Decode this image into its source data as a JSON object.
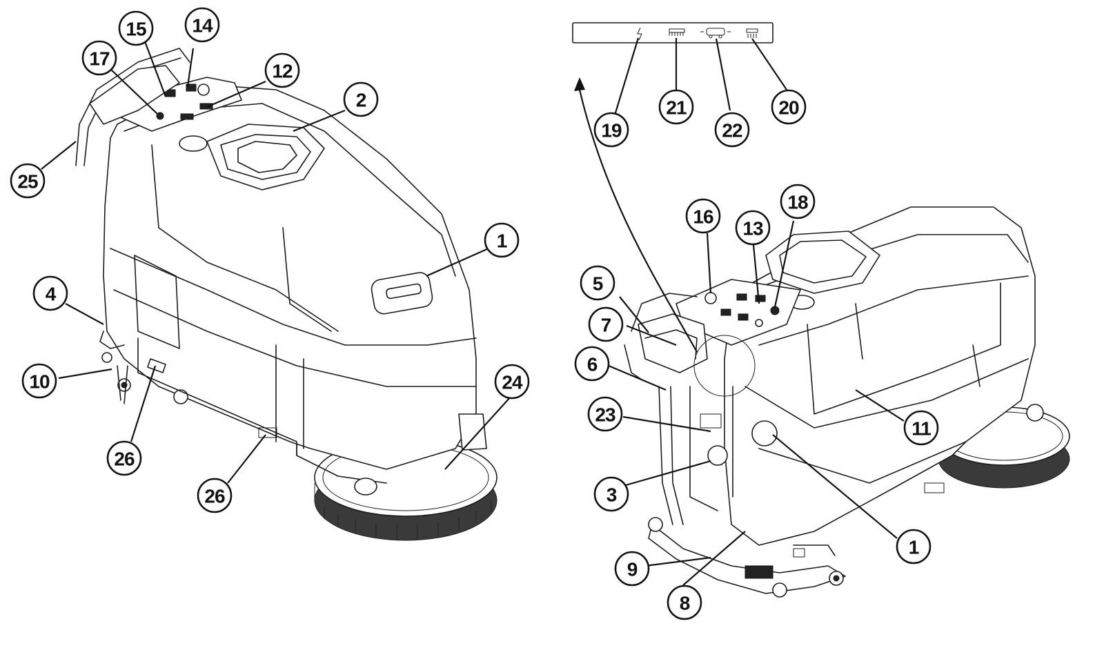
{
  "diagram": {
    "panel_icons": [
      "power-icon",
      "brush-icon",
      "machine-travel-icon",
      "solution-spray-icon"
    ],
    "callouts": {
      "c1a": "1",
      "c2": "2",
      "c4": "4",
      "c10": "10",
      "c12": "12",
      "c14": "14",
      "c15": "15",
      "c17": "17",
      "c24": "24",
      "c25": "25",
      "c26a": "26",
      "c26b": "26",
      "c16": "16",
      "c13": "13",
      "c18": "18",
      "c5": "5",
      "c7": "7",
      "c6": "6",
      "c23": "23",
      "c3": "3",
      "c11": "11",
      "c1b": "1",
      "c9": "9",
      "c8": "8",
      "c19": "19",
      "c21": "21",
      "c22": "22",
      "c20": "20"
    }
  }
}
